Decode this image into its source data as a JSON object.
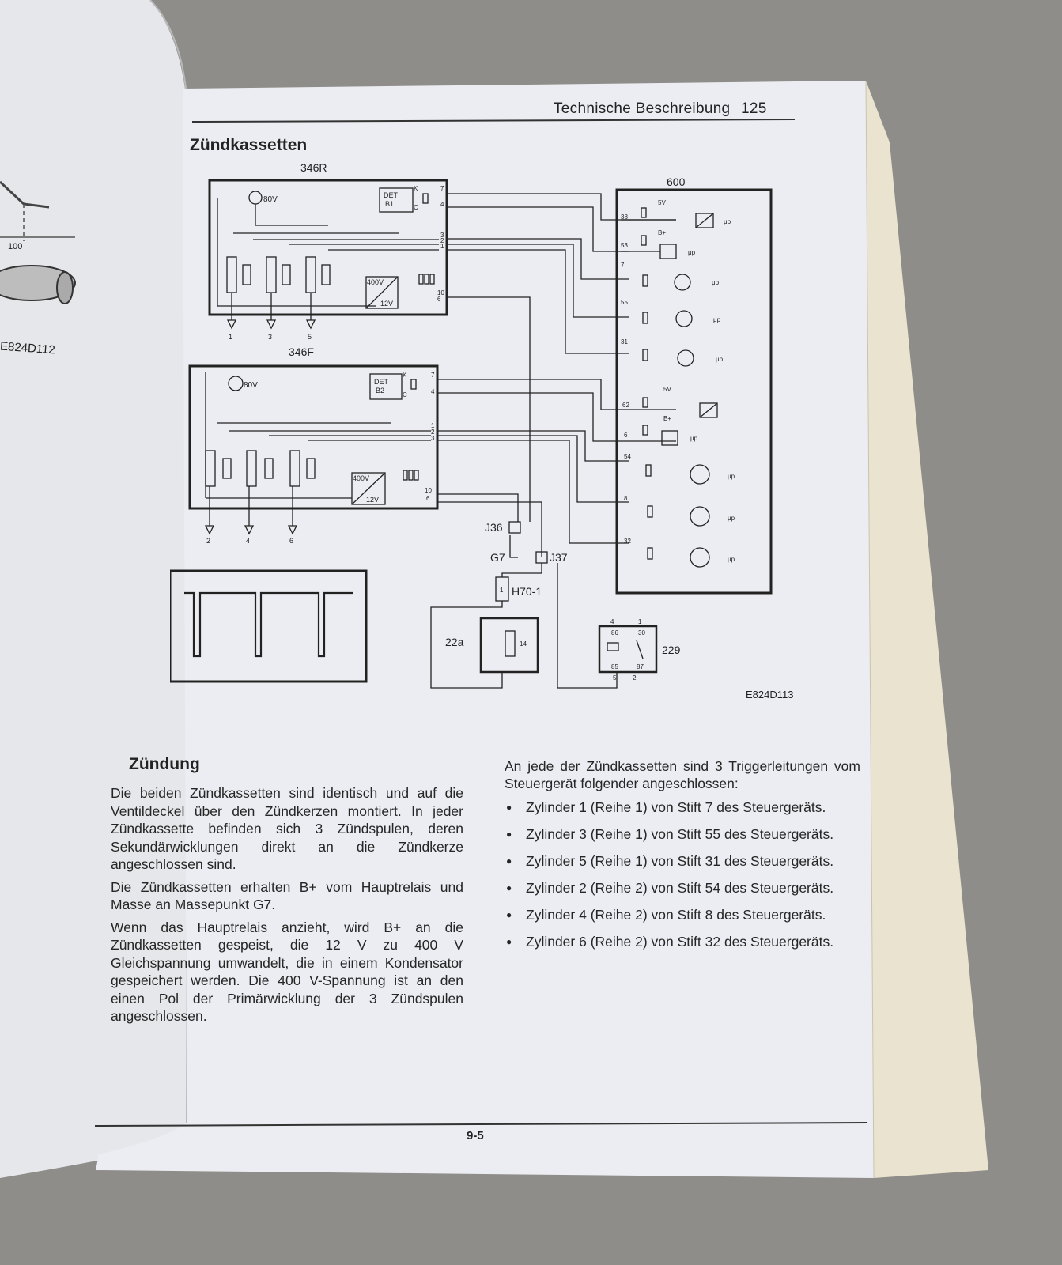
{
  "header": {
    "title": "Technische Beschreibung",
    "page": "125"
  },
  "section_title": "Zündkassetten",
  "left_page": {
    "drawing_code": "E824D112",
    "scale_mark": "100"
  },
  "diagram": {
    "code": "E824D113",
    "cassette_r": {
      "label": "346R",
      "cap_voltage": "80V",
      "det_line1": "DET",
      "det_line2": "B1",
      "k": "K",
      "c": "C",
      "conv_top": "400V",
      "conv_bottom": "12V",
      "outputs": [
        "1",
        "3",
        "5"
      ],
      "pins": [
        "7",
        "4",
        "3",
        "2",
        "1",
        "10",
        "6"
      ]
    },
    "cassette_f": {
      "label": "346F",
      "cap_voltage": "80V",
      "det_line1": "DET",
      "det_line2": "B2",
      "k": "K",
      "c": "C",
      "conv_top": "400V",
      "conv_bottom": "12V",
      "outputs": [
        "2",
        "4",
        "6"
      ],
      "pins": [
        "7",
        "4",
        "1",
        "2",
        "3",
        "10",
        "6"
      ]
    },
    "ecu": {
      "label": "600",
      "v5": "5V",
      "bplus": "B+",
      "up": "μp",
      "pins": [
        "38",
        "53",
        "7",
        "55",
        "31",
        "62",
        "6",
        "54",
        "8",
        "32"
      ]
    },
    "connectors": {
      "j36": "J36",
      "j37": "J37",
      "g7": "G7",
      "h70": "H70-1",
      "h70_pin": "1"
    },
    "relay_22a": {
      "label": "22a",
      "pin": "14"
    },
    "relay_229": {
      "label": "229",
      "top": [
        "4",
        "1"
      ],
      "inner_top": [
        "86",
        "30"
      ],
      "inner_bottom": [
        "85",
        "87"
      ],
      "bottom": [
        "5",
        "2"
      ]
    }
  },
  "zuendung": {
    "title": "Zündung",
    "paragraphs": [
      "Die beiden Zündkassetten sind identisch und auf die Ventildeckel über den Zündkerzen montiert. In jeder Zündkassette befinden sich 3 Zündspulen, deren Sekundärwicklungen direkt an die Zündkerze angeschlossen sind.",
      "Die Zündkassetten erhalten B+ vom Hauptrelais und Masse an Massepunkt G7.",
      "Wenn das Hauptrelais anzieht, wird B+ an die Zündkassetten gespeist, die 12 V zu 400 V Gleichspannung umwandelt, die in einem Kondensator gespeichert werden. Die 400 V-Spannung ist an den einen Pol der Primärwicklung der 3 Zündspulen angeschlossen."
    ]
  },
  "trigger": {
    "intro": "An jede der Zündkassetten sind 3 Triggerleitungen vom Steuergerät folgender angeschlossen:",
    "items": [
      "Zylinder 1 (Reihe 1) von Stift 7 des Steuergeräts.",
      "Zylinder 3 (Reihe 1) von Stift 55 des Steuergeräts.",
      "Zylinder 5 (Reihe 1) von Stift 31 des Steuergeräts.",
      "Zylinder 2 (Reihe 2) von Stift 54 des Steuergeräts.",
      "Zylinder 4 (Reihe 2) von Stift 8 des Steuergeräts.",
      "Zylinder 6 (Reihe 2) von Stift 32 des Steuergeräts."
    ]
  },
  "footer": {
    "page": "9-5"
  }
}
